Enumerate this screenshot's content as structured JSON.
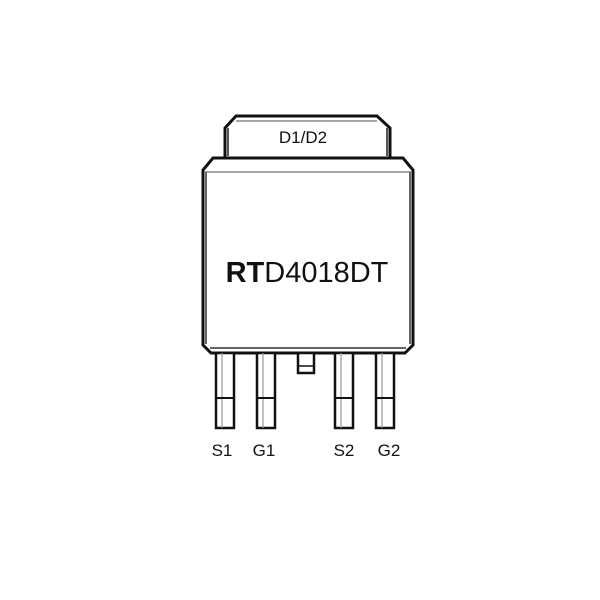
{
  "package": {
    "tab_label": "D1/D2",
    "part_number_prefix": "RT",
    "part_number_suffix": "D4018DT"
  },
  "pins": [
    {
      "label": "S1"
    },
    {
      "label": "G1"
    },
    {
      "label": "S2"
    },
    {
      "label": "G2"
    }
  ],
  "colors": {
    "outline": "#111111",
    "background": "#ffffff"
  }
}
